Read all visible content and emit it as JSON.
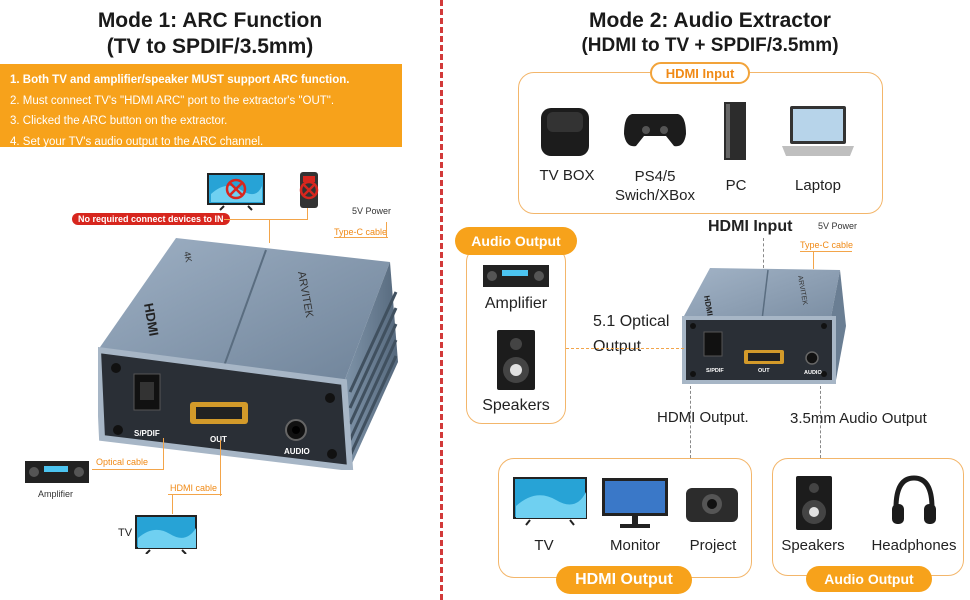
{
  "mode1": {
    "title_line1": "Mode 1: ARC Function",
    "title_line2": "(TV to SPDIF/3.5mm)",
    "steps": [
      "1. Both TV and amplifier/speaker MUST support ARC function.",
      "2. Must connect TV's \"HDMI ARC\" port to the extractor's \"OUT\".",
      "3. Clicked the ARC button on the extractor.",
      "4. Set your TV's audio output to the ARC channel."
    ],
    "no_connect": "No required connect devices to IN",
    "power": "5V Power",
    "typec": "Type-C cable",
    "optical_cable": "Optical cable",
    "hdmi_cable": "HDMI cable",
    "amplifier": "Amplifier",
    "tv": "TV",
    "device": {
      "brand": "ARVITEK",
      "k4": "4K",
      "hdmi": "HDMI",
      "spdif": "S/PDIF",
      "out": "OUT",
      "audio": "AUDIO"
    }
  },
  "mode2": {
    "title_line1": "Mode 2: Audio Extractor",
    "title_line2": "(HDMI to TV + SPDIF/3.5mm)",
    "hdmi_input_pill": "HDMI Input",
    "inputs": [
      "TV BOX",
      "PS4/5 Swich/XBox",
      "PC",
      "Laptop"
    ],
    "hdmi_input_label": "HDMI Input",
    "power": "5V Power",
    "typec": "Type-C cable",
    "audio_output_pill": "Audio Output",
    "amplifier": "Amplifier",
    "speakers": "Speakers",
    "optical_line1": "5.1 Optical",
    "optical_line2": "Output",
    "hdmi_output_label": "HDMI Output.",
    "audio35_label": "3.5mm Audio Output",
    "outputs_hdmi": [
      "TV",
      "Monitor",
      "Project"
    ],
    "hdmi_output_pill": "HDMI Output",
    "outputs_audio": [
      "Speakers",
      "Headphones"
    ],
    "audio_output_pill2": "Audio Output",
    "device": {
      "brand": "ARVITEK",
      "hdmi": "HDMI",
      "spdif": "S/PDIF",
      "out": "OUT",
      "audio": "AUDIO"
    }
  }
}
